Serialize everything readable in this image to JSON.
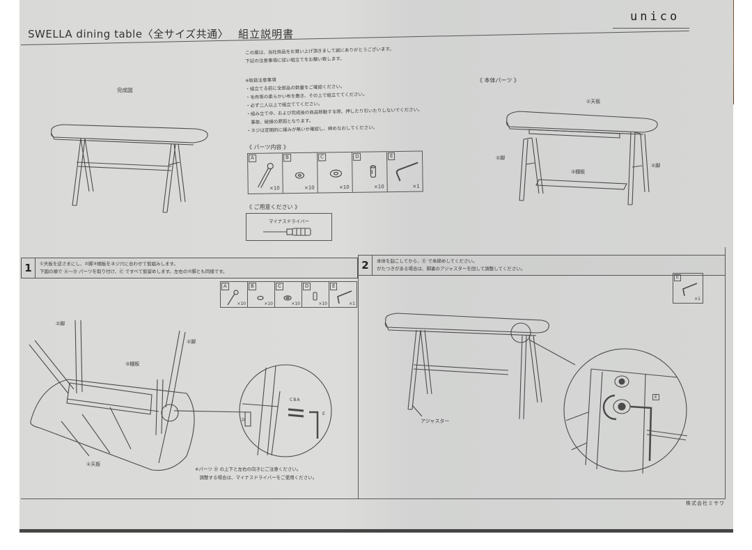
{
  "header": {
    "title": "SWELLA dining table",
    "subtitle": "〈全サイズ共通〉",
    "doc_type": "組立説明書",
    "brand": "unico"
  },
  "intro": {
    "lines": [
      "この度は、当社商品をお買い上げ頂きまして誠にありがとうございます。",
      "下記の注意事項に従い組立てをお願い致します。"
    ]
  },
  "notes": {
    "heading": "※取扱注意事項",
    "items": [
      "・組立てる前に全部品の数量をご確認ください。",
      "・毛布等の柔らかい布を敷き、その上で組立ててください。",
      "・必ず二人以上で組立ててください。",
      "・組み立て中、および完成後の商品移動する際、押したり引いたりしないでください。",
      "　事故、破損の原因となります。",
      "・ネジは定期的に緩みが無いか確認し、締めなおしてください。"
    ]
  },
  "complete_view": {
    "label": "完成図"
  },
  "parts": {
    "heading": "《 パーツ内容 》",
    "items": [
      {
        "letter": "A",
        "icon": "bolt-icon",
        "qty": "×10"
      },
      {
        "letter": "B",
        "icon": "spring-washer-icon",
        "qty": "×10"
      },
      {
        "letter": "C",
        "icon": "flat-washer-icon",
        "qty": "×10"
      },
      {
        "letter": "D",
        "icon": "barrel-nut-icon",
        "qty": "×10"
      },
      {
        "letter": "E",
        "icon": "hex-key-icon",
        "qty": "×1"
      }
    ]
  },
  "prepare": {
    "heading": "《 ご用意ください 》",
    "tool": "マイナスドライバー",
    "icon": "flathead-screwdriver-icon"
  },
  "main_parts": {
    "heading": "《 本体パーツ 》",
    "labels": {
      "top": "①天板",
      "leg_left": "②脚",
      "leg_right": "②脚",
      "shelf": "③棚板"
    }
  },
  "steps": [
    {
      "number": "1",
      "lines": [
        "①天板を逆さまにし、②脚③棚板をネジ穴に合わせて仮組みします。",
        "下図の順で Ⓐ〜Ⓓ パーツを取り付け、Ⓔ ですべて仮留めします。左右の②脚とも同様です。"
      ],
      "parts": [
        {
          "letter": "A",
          "qty": "×10"
        },
        {
          "letter": "B",
          "qty": "×10"
        },
        {
          "letter": "C",
          "qty": "×10"
        },
        {
          "letter": "D",
          "qty": "×10"
        },
        {
          "letter": "E",
          "qty": "×1"
        }
      ],
      "labels": {
        "leg_a": "②脚",
        "leg_b": "②脚",
        "shelf": "③棚板",
        "top": "①天板",
        "detail_letters": [
          "C",
          "B",
          "A",
          "E",
          "D"
        ]
      },
      "caution": [
        "※パーツ Ⓓ の上下と左右の向きにご注意ください。",
        "　調整する場合は、マイナスドライバーをご使用ください。"
      ]
    },
    {
      "number": "2",
      "lines": [
        "本体を起こしてから、Ⓔ で本締めしてください。",
        "がたつきがある場合は、脚裏のアジャスターを回して調整してください。"
      ],
      "parts": [
        {
          "letter": "E",
          "qty": "×1"
        }
      ],
      "labels": {
        "adjuster": "アジャスター",
        "detail_letter": "E"
      }
    }
  ],
  "footer": {
    "company": "株式会社ミサワ"
  },
  "colors": {
    "paper": "#d9d9d7",
    "ink": "#3a3a3a",
    "background": "#ffffff",
    "wood": "#6b4a2a"
  }
}
